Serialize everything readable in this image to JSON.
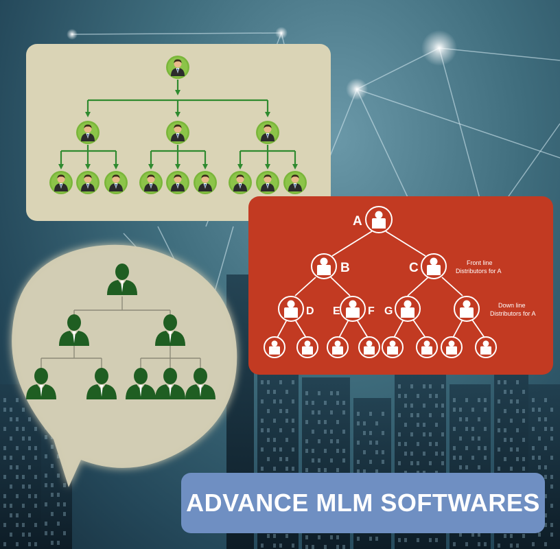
{
  "colors": {
    "sky": "#3f6d7d",
    "green_panel_bg": "#dad4b6",
    "green_node": "#7ab63a",
    "green_line": "#2f8a2f",
    "red_panel_bg": "#c23a22",
    "bubble_bg": "#d3cdb4",
    "bubble_node": "#1f5e22",
    "banner_bg": "#6f8fc2"
  },
  "green_tree": {
    "icon": "businessman-icon",
    "levels": [
      1,
      3,
      9
    ]
  },
  "red_tree": {
    "icon": "person-icon",
    "labels": {
      "a": "A",
      "b": "B",
      "c": "C",
      "d": "D",
      "e": "E",
      "f": "F",
      "g": "G"
    },
    "front_line_note": [
      "Front line",
      "Distributors for A"
    ],
    "down_line_note": [
      "Down line",
      "Distributors for A"
    ]
  },
  "bubble_tree": {
    "icon": "businessman-silhouette-icon",
    "levels": [
      1,
      2,
      5
    ]
  },
  "banner": {
    "text": "ADVANCE MLM SOFTWARES"
  }
}
